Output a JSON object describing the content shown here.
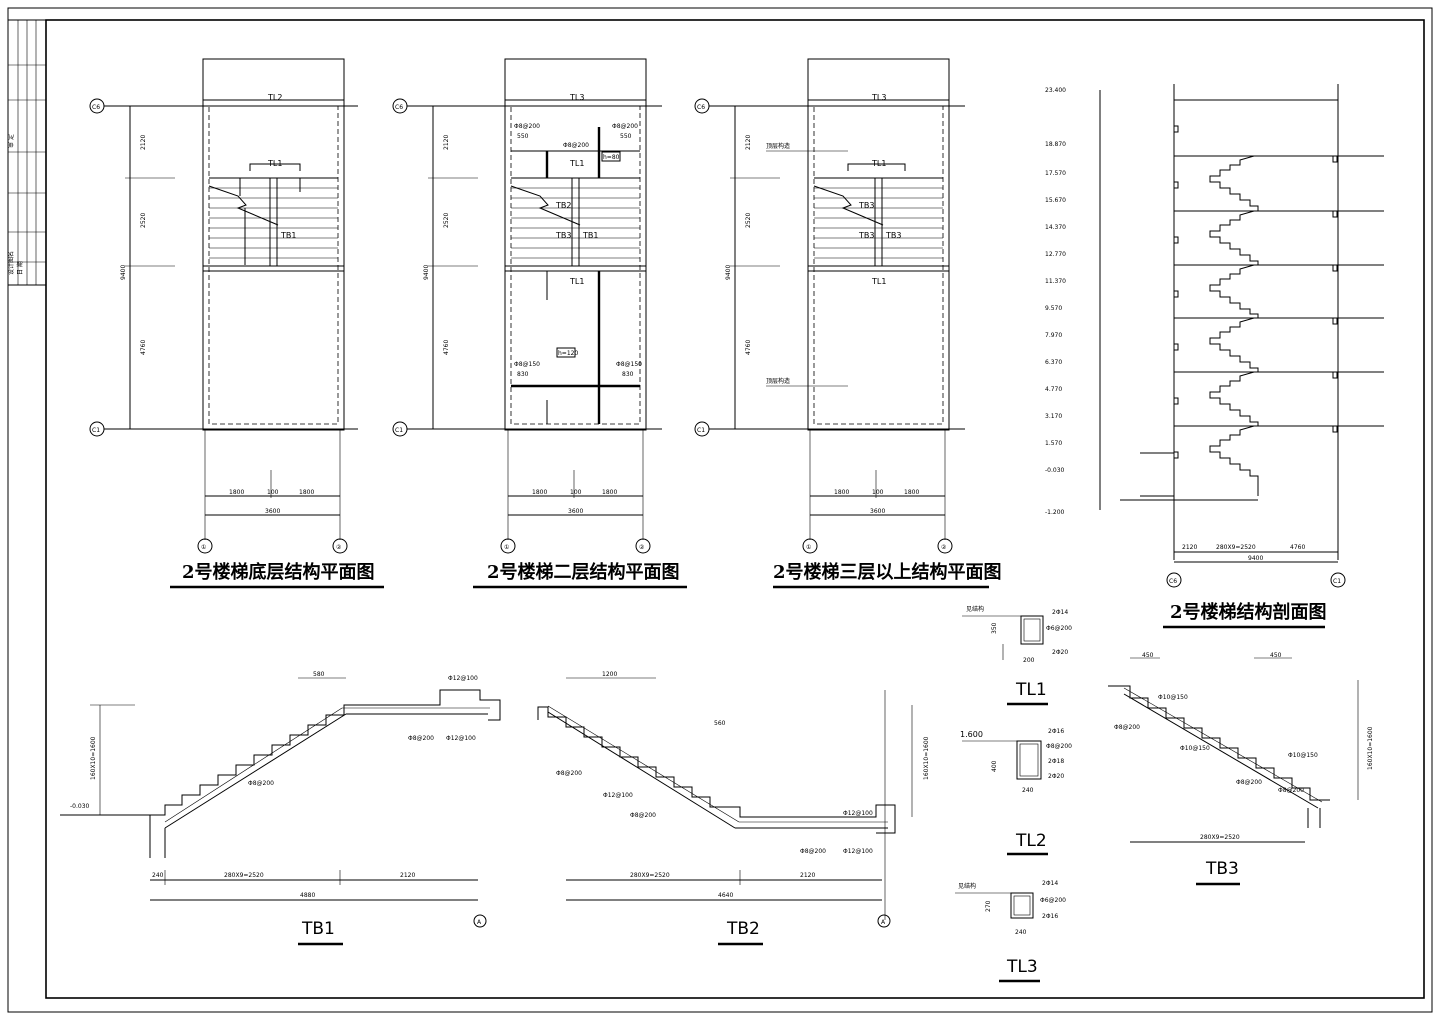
{
  "title_block": {
    "cells": [
      "审 定",
      "设计图名",
      "日 期"
    ]
  },
  "plans": [
    {
      "title": "2号楼梯底层结构平面图",
      "grid_top": "C6",
      "grid_bot": "C1",
      "grid_left": "①",
      "grid_right": "②",
      "beams": [
        "TL2",
        "TL1"
      ],
      "slabs": [
        "TB1"
      ],
      "dims_vertical": [
        "2120",
        "2520",
        "4760",
        "9400"
      ],
      "dims_horizontal": [
        "1800",
        "100",
        "1800",
        "3600"
      ],
      "notes": []
    },
    {
      "title": "2号楼梯二层结构平面图",
      "grid_top": "C6",
      "grid_bot": "C1",
      "grid_left": "①",
      "grid_right": "②",
      "beams": [
        "TL3",
        "TL1",
        "TL1"
      ],
      "slabs": [
        "TB2",
        "TB3",
        "TB1"
      ],
      "dims_vertical": [
        "2120",
        "2520",
        "4760",
        "9400"
      ],
      "dims_horizontal": [
        "1800",
        "100",
        "1800",
        "3600"
      ],
      "notes": [
        "Φ8@200",
        "550",
        "550",
        "Φ8@200",
        "h=80",
        "Φ8@200",
        "h=120",
        "Φ8@150",
        "Φ8@150",
        "830",
        "830"
      ]
    },
    {
      "title": "2号楼梯三层以上结构平面图",
      "grid_top": "C6",
      "grid_bot": "C1",
      "grid_left": "①",
      "grid_right": "②",
      "beams": [
        "TL3",
        "TL1",
        "TL1"
      ],
      "slabs": [
        "TB3",
        "TB3",
        "TB3"
      ],
      "dims_vertical": [
        "2120",
        "2520",
        "4760",
        "9400"
      ],
      "dims_horizontal": [
        "1800",
        "100",
        "1800",
        "3600"
      ],
      "notes": [
        "顶层构造",
        "顶层构造"
      ]
    }
  ],
  "section": {
    "title": "2号楼梯结构剖面图",
    "elevations": [
      "23.400",
      "18.870",
      "17.570",
      "15.670",
      "14.370",
      "12.770",
      "11.370",
      "9.570",
      "7.970",
      "6.370",
      "4.770",
      "3.170",
      "1.570",
      "-0.030",
      "-1.200"
    ],
    "dims_bottom": [
      "2120",
      "280X9=2520",
      "4760",
      "9400"
    ],
    "grid_left": "C6",
    "grid_right": "C1"
  },
  "details": {
    "TB1": {
      "label": "TB1",
      "dims": [
        "240",
        "280X9=2520",
        "2120",
        "4880"
      ],
      "notes": [
        "580",
        "Φ12@100",
        "Φ8@200",
        "Φ12@100",
        "Φ8@200",
        "-0.030",
        "160X10=1600"
      ],
      "grid": "A"
    },
    "TB2": {
      "label": "TB2",
      "dims": [
        "280X9=2520",
        "2120",
        "4640"
      ],
      "notes": [
        "1200",
        "560",
        "Φ8@200",
        "Φ12@100",
        "Φ8@200",
        "Φ12@100",
        "Φ8@200",
        "Φ12@100",
        "160X10=1600"
      ],
      "grid": "A"
    },
    "TB3": {
      "label": "TB3",
      "dims": [
        "280X9=2520"
      ],
      "notes": [
        "450",
        "450",
        "Φ10@150",
        "Φ8@200",
        "Φ10@150",
        "Φ10@150",
        "Φ8@200",
        "Φ8@200",
        "160X10=1600"
      ]
    },
    "TL1": {
      "label": "TL1",
      "notes": [
        "见结构",
        "2Φ14",
        "Φ6@200",
        "2Φ20",
        "350",
        "200"
      ]
    },
    "TL2": {
      "label": "TL2",
      "notes": [
        "1.600",
        "2Φ16",
        "Φ8@200",
        "2Φ18",
        "2Φ20",
        "400",
        "240"
      ]
    },
    "TL3": {
      "label": "TL3",
      "notes": [
        "见结构",
        "2Φ14",
        "Φ6@200",
        "2Φ16",
        "270",
        "240"
      ]
    }
  }
}
